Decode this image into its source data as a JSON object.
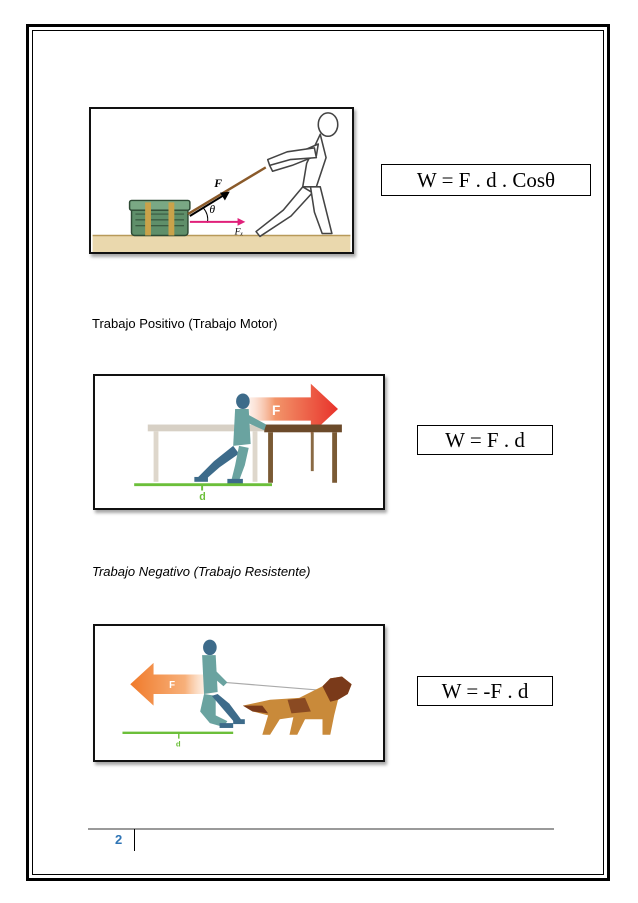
{
  "formulas": {
    "general": "W = F . d . Cosθ",
    "positive": "W = F . d",
    "negative": "W = -F . d"
  },
  "headings": {
    "positive": "Trabajo Positivo (Trabajo Motor)",
    "negative": "Trabajo Negativo (Trabajo Resistente)"
  },
  "figures": {
    "pull": {
      "force_label": "F",
      "angle_label": "θ",
      "component_label": "Fₓ"
    },
    "push": {
      "force_label": "F",
      "distance_label": "d"
    },
    "dog": {
      "force_label": "F",
      "distance_label": "d"
    }
  },
  "footer": {
    "page_number": "2"
  },
  "colors": {
    "page_number": "#2e74b5",
    "ground_green": "#6cbf3a",
    "arrow_red": "#e8322a",
    "arrow_orange": "#f07a2a",
    "floor_tan": "#e8d5a8"
  }
}
